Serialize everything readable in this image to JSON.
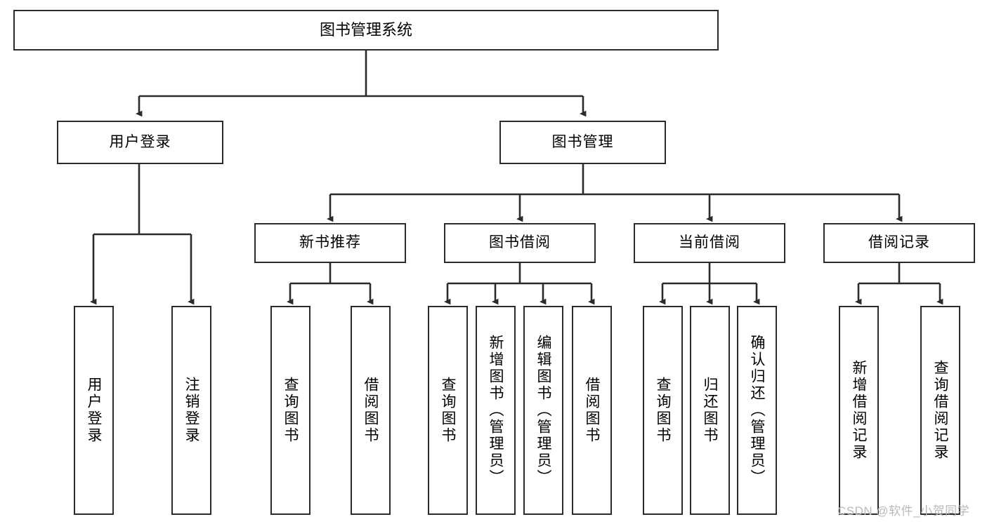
{
  "diagram": {
    "type": "hierarchy-tree",
    "root": {
      "id": "root",
      "label": "图书管理系统"
    },
    "level2": [
      {
        "id": "user-login",
        "label": "用户登录"
      },
      {
        "id": "book-management",
        "label": "图书管理"
      }
    ],
    "level3": [
      {
        "id": "new-book-recommend",
        "label": "新书推荐",
        "parent": "book-management"
      },
      {
        "id": "book-borrow",
        "label": "图书借阅",
        "parent": "book-management"
      },
      {
        "id": "current-borrow",
        "label": "当前借阅",
        "parent": "book-management"
      },
      {
        "id": "borrow-record",
        "label": "借阅记录",
        "parent": "book-management"
      }
    ],
    "leaves": {
      "user_login": [
        {
          "id": "leaf-user-login",
          "label": "用户登录"
        },
        {
          "id": "leaf-user-logout",
          "label": "注销登录"
        }
      ],
      "new_book_recommend": [
        {
          "id": "leaf-query-book-1",
          "label": "查询图书"
        },
        {
          "id": "leaf-borrow-book-1",
          "label": "借阅图书"
        }
      ],
      "book_borrow": [
        {
          "id": "leaf-query-book-2",
          "label": "查询图书"
        },
        {
          "id": "leaf-add-book",
          "label": "新增图书（管理员）"
        },
        {
          "id": "leaf-edit-book",
          "label": "编辑图书（管理员）"
        },
        {
          "id": "leaf-borrow-book-2",
          "label": "借阅图书"
        }
      ],
      "current_borrow": [
        {
          "id": "leaf-query-book-3",
          "label": "查询图书"
        },
        {
          "id": "leaf-return-book",
          "label": "归还图书"
        },
        {
          "id": "leaf-confirm-return",
          "label": "确认归还（管理员）"
        }
      ],
      "borrow_record": [
        {
          "id": "leaf-add-record",
          "label": "新增借阅记录"
        },
        {
          "id": "leaf-query-record",
          "label": "查询借阅记录"
        }
      ]
    },
    "watermark": "CSDN @软件_小贺同学",
    "colors": {
      "stroke": "#2b2b2b",
      "background": "#ffffff",
      "text": "#000000",
      "watermark": "#b9b9b9"
    }
  }
}
